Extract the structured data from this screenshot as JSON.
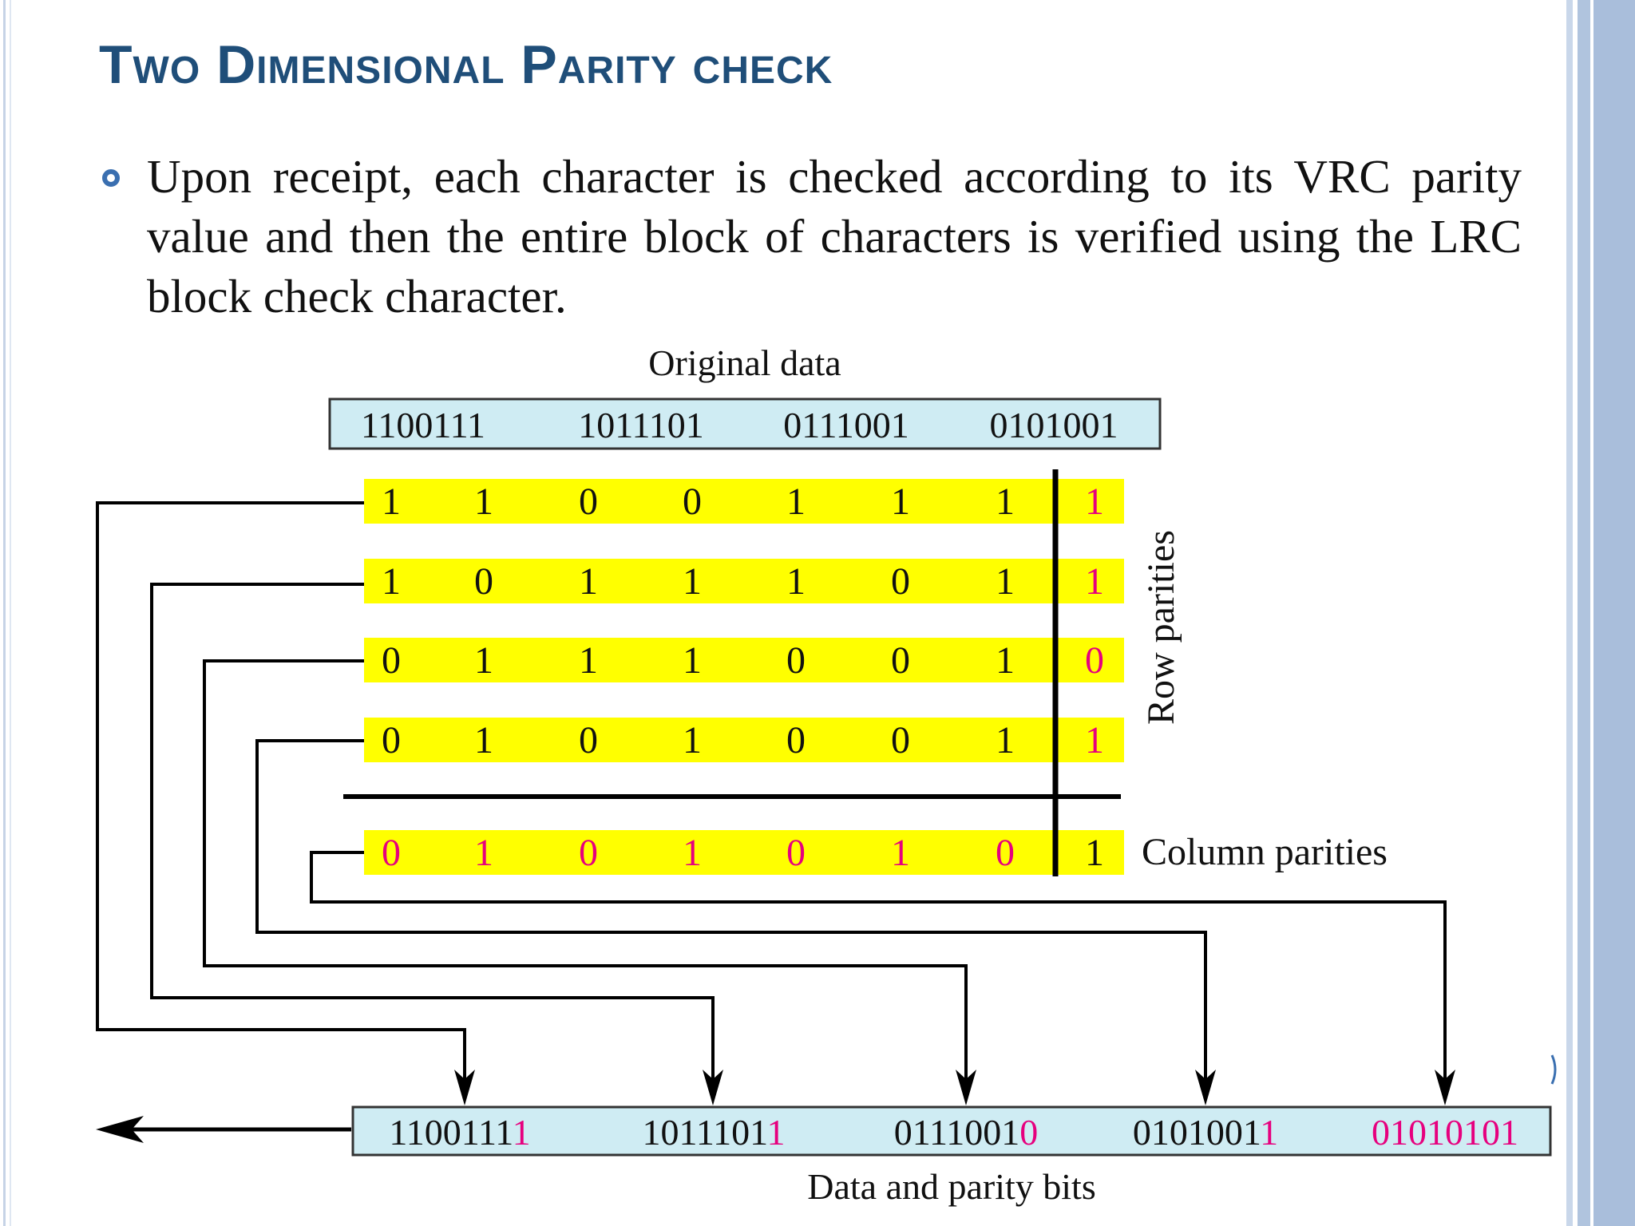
{
  "slide": {
    "title": "Two Dimensional Parity check",
    "bullet": "Upon receipt, each character is checked according to its VRC parity value and then the entire block of characters is verified using the LRC block check character."
  },
  "diagram": {
    "original_label": "Original data",
    "original_data": [
      "1100111",
      "1011101",
      "0111001",
      "0101001"
    ],
    "rows": [
      {
        "bits": [
          "1",
          "1",
          "0",
          "0",
          "1",
          "1",
          "1"
        ],
        "parity": "1"
      },
      {
        "bits": [
          "1",
          "0",
          "1",
          "1",
          "1",
          "0",
          "1"
        ],
        "parity": "1"
      },
      {
        "bits": [
          "0",
          "1",
          "1",
          "1",
          "0",
          "0",
          "1"
        ],
        "parity": "0"
      },
      {
        "bits": [
          "0",
          "1",
          "0",
          "1",
          "0",
          "0",
          "1"
        ],
        "parity": "1"
      }
    ],
    "column_parity": {
      "bits": [
        "0",
        "1",
        "0",
        "1",
        "0",
        "1",
        "0"
      ],
      "parity": "1"
    },
    "row_parities_label": "Row parities",
    "column_parities_label": "Column parities",
    "output": [
      {
        "data": "1100111",
        "parity": "1"
      },
      {
        "data": "1011101",
        "parity": "1"
      },
      {
        "data": "0111001",
        "parity": "0"
      },
      {
        "data": "0101001",
        "parity": "1"
      },
      {
        "data": "",
        "parity": "01010101"
      }
    ],
    "output_label": "Data and parity bits",
    "colors": {
      "highlight": "#ffff00",
      "parity": "#e6007e",
      "box": "#cfecf3",
      "title": "#1f4e79"
    }
  }
}
